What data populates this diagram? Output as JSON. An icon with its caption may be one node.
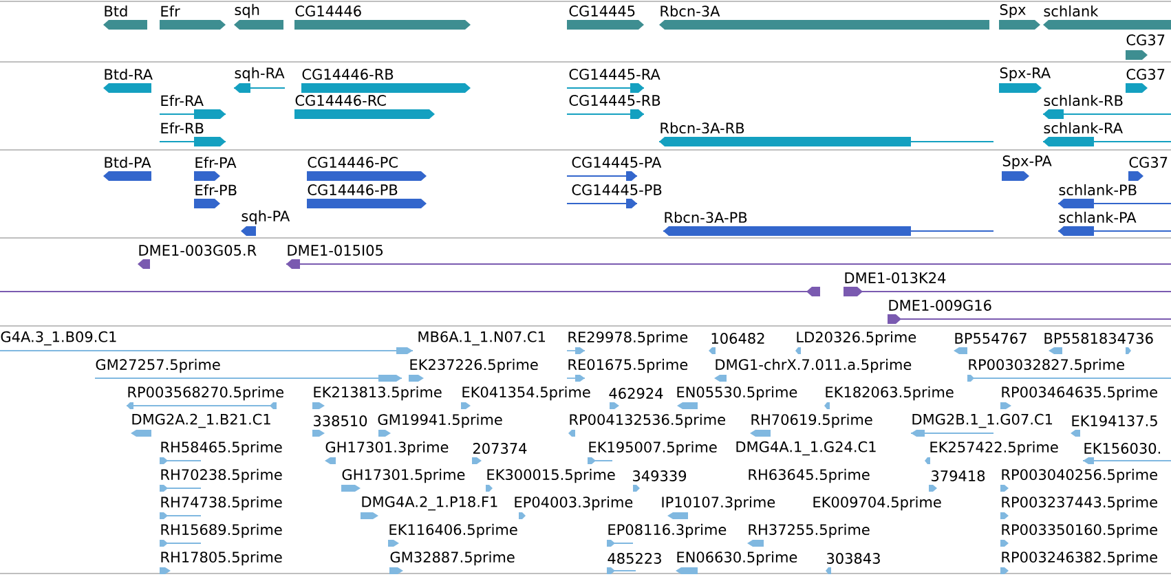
{
  "diagram": {
    "labels": [
      "Btd",
      "Efr",
      "sqh",
      "CG14446",
      "CG14445",
      "Rbcn-3A",
      "Spx",
      "schlank",
      "CG37",
      "Btd-RA",
      "sqh-RA",
      "CG14446-RB",
      "CG14445-RA",
      "Spx-RA",
      "CG37",
      "Efr-RA",
      "CG14446-RC",
      "CG14445-RB",
      "schlank-RB",
      "Efr-RB",
      "Rbcn-3A-RB",
      "schlank-RA",
      "Btd-PA",
      "Efr-PA",
      "CG14446-PC",
      "CG14445-PA",
      "Spx-PA",
      "CG37",
      "Efr-PB",
      "CG14446-PB",
      "CG14445-PB",
      "schlank-PB",
      "sqh-PA",
      "Rbcn-3A-PB",
      "schlank-PA",
      "DME1-003G05.R",
      "DME1-015I05",
      "DME1-013K24",
      "DME1-009G16",
      "G4A.3_1.B09.C1",
      "MB6A.1_1.N07.C1",
      "RE29978.5prime",
      "106482",
      "LD20326.5prime",
      "BP554767",
      "BP5581834736",
      "GM27257.5prime",
      "EK237226.5prime",
      "RE01675.5prime",
      "DMG1-chrX.7.011.a.5prime",
      "RP003032827.5prime",
      "RP003568270.5prime",
      "EK213813.5prime",
      "EK041354.5prime",
      "462924",
      "EN05530.5prime",
      "EK182063.5prime",
      "RP003464635.5prime",
      "DMG2A.2_1.B21.C1",
      "338510",
      "GM19941.5prime",
      "RP004132536.5prime",
      "RH70619.5prime",
      "DMG2B.1_1.G07.C1",
      "EK194137.5",
      "RH58465.5prime",
      "GH17301.3prime",
      "207374",
      "EK195007.5prime",
      "DMG4A.1_1.G24.C1",
      "EK257422.5prime",
      "EK156030.",
      "RH70238.5prime",
      "GH17301.5prime",
      "EK300015.5prime",
      "349339",
      "RH63645.5prime",
      "379418",
      "RP003040256.5prime",
      "RH74738.5prime",
      "DMG4A.2_1.P18.F1",
      "EP04003.3prime",
      "IP10107.3prime",
      "EK009704.5prime",
      "RP003237443.5prime",
      "RH15689.5prime",
      "EK116406.5prime",
      "EP08116.3prime",
      "RH37255.5prime",
      "RP003350160.5prime",
      "RH17805.5prime",
      "GM32887.5prime",
      "485223",
      "EN06630.5prime",
      "303843",
      "RP003246382.5prime"
    ]
  }
}
